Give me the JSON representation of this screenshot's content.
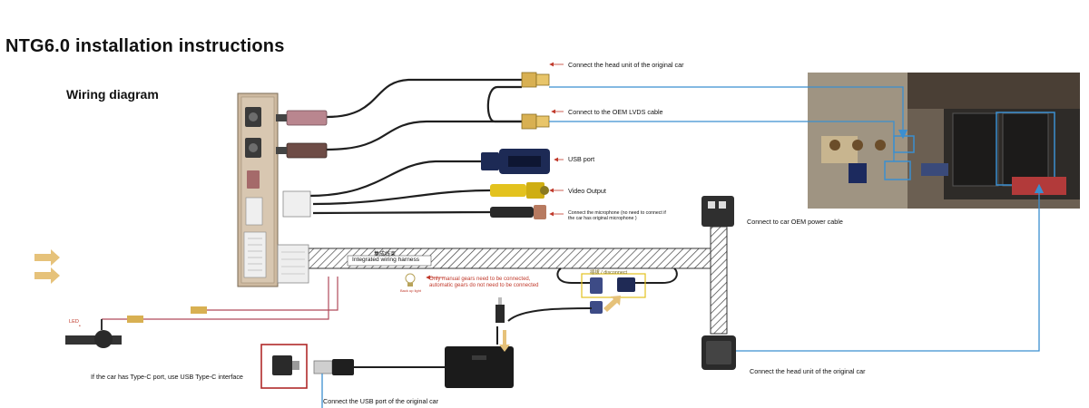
{
  "title": "NTG6.0 installation instructions",
  "subtitle": "Wiring diagram",
  "labels": {
    "head_unit_top": "Connect the head unit of the original car",
    "oem_lvds": "Connect to the OEM LVDS cable",
    "usb_port": "USB port",
    "video_output": "Video Output",
    "microphone": "Connect the microphone (no need to connect if the car has original microphone )",
    "oem_power": "Connect to car OEM power cable",
    "head_unit_bottom": "Connect the head unit of the original car",
    "harness_cn": "集成线束",
    "harness_en": "Integrated wiring harness",
    "manual_gears_1": "Only manual gears need to be connected,",
    "manual_gears_2": "automatic gears do not need to be connected",
    "disconnect": "插拔 / disconnect",
    "back_up_light": "Back up light",
    "led": "LED",
    "type_c": "If the car has Type-C port, use USB Type-C interface",
    "usb_original": "Connect the USB port of the original car"
  },
  "colors": {
    "arrow_blue": "#3b8fd0",
    "module_gold": "#cdb9a0",
    "arrow_gold": "#e6c27a",
    "warning_red": "#c0392b"
  }
}
